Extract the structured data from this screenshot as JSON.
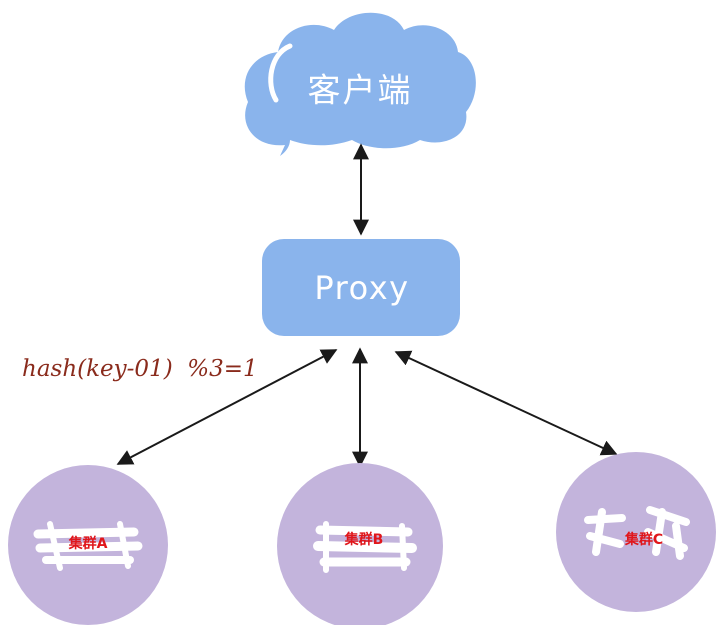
{
  "client": {
    "label": "客户端",
    "color": "#8ab4ec"
  },
  "proxy": {
    "label": "Proxy",
    "color": "#8ab4ec"
  },
  "routing_note": {
    "text": "hash(key-01)  %3=1",
    "color": "#8a2b1c"
  },
  "clusters": [
    {
      "label": "集群A",
      "color": "#c3b4dc"
    },
    {
      "label": "集群B",
      "color": "#c3b4dc"
    },
    {
      "label": "集群C",
      "color": "#c3b4dc"
    }
  ],
  "edges": [
    {
      "from": "client",
      "to": "proxy",
      "direction": "bidirectional"
    },
    {
      "from": "proxy",
      "to": "集群A",
      "direction": "bidirectional"
    },
    {
      "from": "proxy",
      "to": "集群B",
      "direction": "bidirectional"
    },
    {
      "from": "proxy",
      "to": "集群C",
      "direction": "bidirectional"
    }
  ],
  "label_color": "#e0161b"
}
